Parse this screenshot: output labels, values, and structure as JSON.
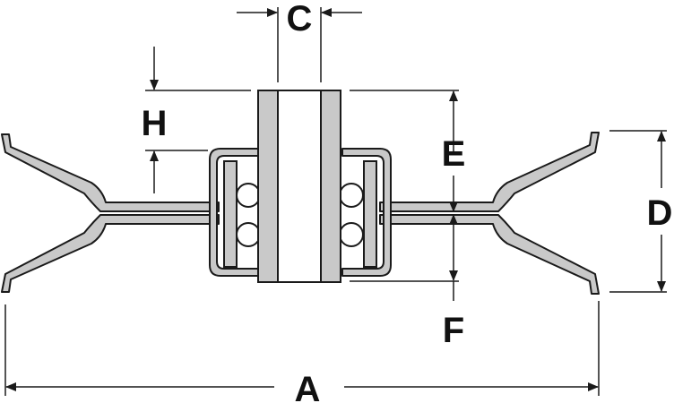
{
  "diagram": {
    "labels": {
      "a": "A",
      "c": "C",
      "d": "D",
      "e": "E",
      "f": "F",
      "h": "H"
    },
    "colors": {
      "stroke": "#1a1a1a",
      "metal_fill": "#c9c9c9",
      "bore": "#ffffff",
      "ball_fill": "#ffffff",
      "background": "#ffffff"
    }
  }
}
